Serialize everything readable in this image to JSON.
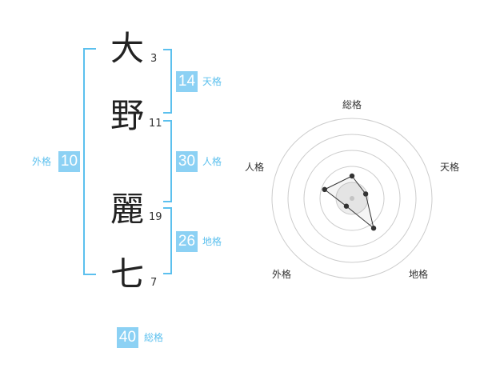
{
  "name": {
    "chars": [
      {
        "char": "大",
        "strokes": "3"
      },
      {
        "char": "野",
        "strokes": "11"
      },
      {
        "char": "麗",
        "strokes": "19"
      },
      {
        "char": "七",
        "strokes": "7"
      }
    ]
  },
  "scores": {
    "tenkaku": {
      "value": "14",
      "label": "天格"
    },
    "jinkaku": {
      "value": "30",
      "label": "人格"
    },
    "chikaku": {
      "value": "26",
      "label": "地格"
    },
    "gaikaku": {
      "value": "10",
      "label": "外格"
    },
    "soukaku": {
      "value": "40",
      "label": "総格"
    }
  },
  "radar": {
    "labels": {
      "sou": "総格",
      "ten": "天格",
      "chi": "地格",
      "gai": "外格",
      "jin": "人格"
    },
    "levels": {
      "sou": 0.28,
      "ten": 0.18,
      "chi": 0.46,
      "gai": 0.12,
      "jin": 0.36
    },
    "colors": {
      "ring": "#cccccc",
      "polygon_stroke": "#333333",
      "point": "#333333",
      "center_fill": "#eeeeee"
    }
  },
  "colors": {
    "accent": "#5cc0ee",
    "box": "#8cd1f4"
  }
}
